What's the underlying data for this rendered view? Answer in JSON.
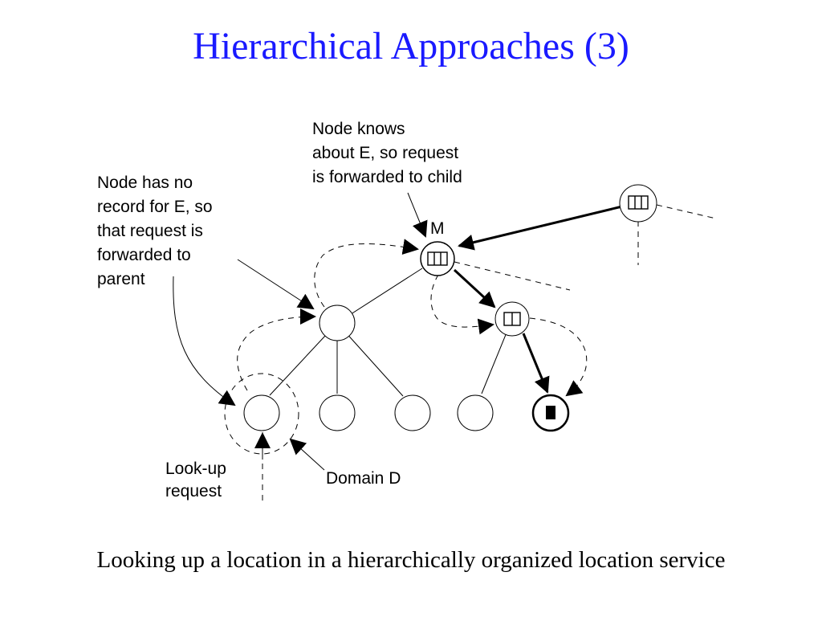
{
  "title": "Hierarchical Approaches (3)",
  "diagram": {
    "label_parent_lines": [
      "Node has no",
      "record for E, so",
      "that request is",
      "forwarded to",
      "parent"
    ],
    "label_child_lines": [
      "Node knows",
      "about E, so request",
      "is forwarded to child"
    ],
    "label_m": "M",
    "label_lookup_lines": [
      "Look-up",
      "request"
    ],
    "label_domain": "Domain D"
  },
  "caption": "Looking up a location in a hierarchically organized location service"
}
